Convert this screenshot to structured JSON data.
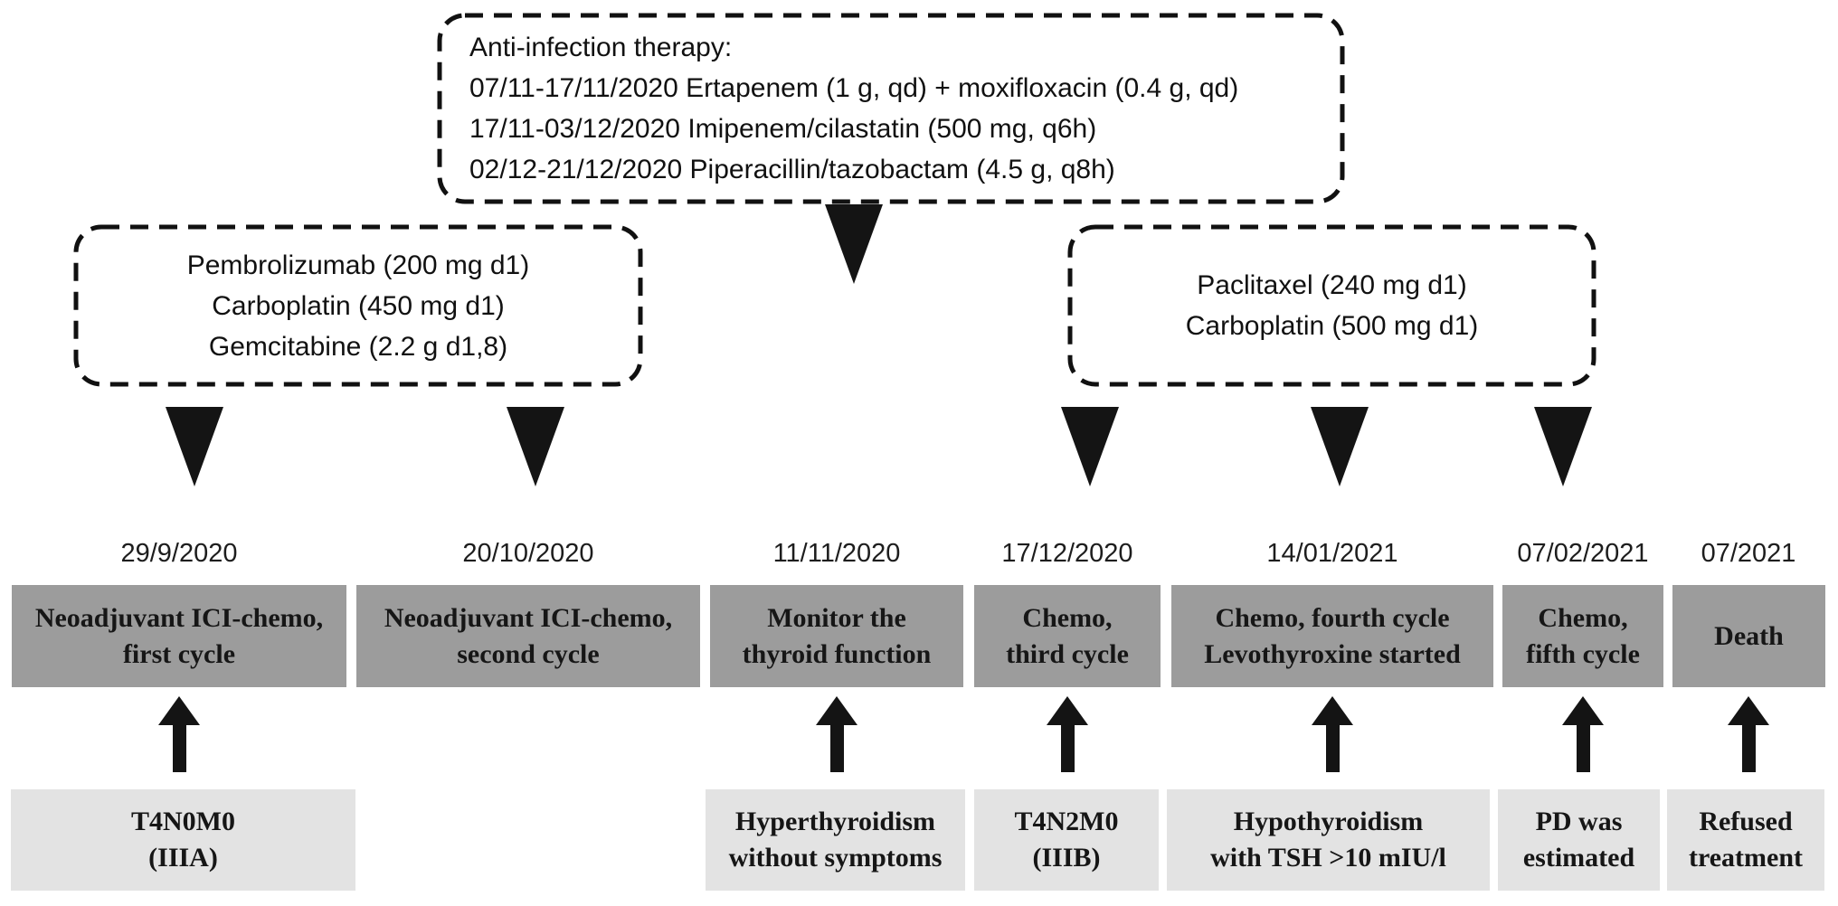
{
  "colors": {
    "bar_gray": "#9c9c9c",
    "note_gray": "#e3e3e3",
    "arrow_black": "#141414",
    "border_black": "#111111"
  },
  "boxes": {
    "anti_infection": {
      "title": "Anti-infection therapy:",
      "lines": [
        "07/11-17/11/2020 Ertapenem (1 g, qd) + moxifloxacin (0.4 g, qd)",
        "17/11-03/12/2020 Imipenem/cilastatin (500 mg, q6h)",
        "02/12-21/12/2020 Piperacillin/tazobactam (4.5 g, q8h)"
      ]
    },
    "neoadjuvant_regimen": {
      "lines": [
        "Pembrolizumab (200 mg d1)",
        "Carboplatin (450 mg d1)",
        "Gemcitabine (2.2 g d1,8)"
      ]
    },
    "chemo_regimen": {
      "lines": [
        "Paclitaxel (240 mg d1)",
        "Carboplatin (500 mg d1)"
      ]
    }
  },
  "events": [
    {
      "date": "29/9/2020",
      "stage": "Neoadjuvant ICI-chemo,\nfirst cycle",
      "finding": "T4N0M0\n(IIIA)"
    },
    {
      "date": "20/10/2020",
      "stage": "Neoadjuvant ICI-chemo,\nsecond cycle"
    },
    {
      "date": "11/11/2020",
      "stage": "Monitor the\nthyroid function",
      "finding": "Hyperthyroidism\nwithout symptoms"
    },
    {
      "date": "17/12/2020",
      "stage": "Chemo,\nthird cycle",
      "finding": "T4N2M0\n(IIIB)"
    },
    {
      "date": "14/01/2021",
      "stage": "Chemo, fourth cycle\nLevothyroxine started",
      "finding": "Hypothyroidism\nwith TSH >10 mIU/l"
    },
    {
      "date": "07/02/2021",
      "stage": "Chemo,\nfifth cycle",
      "finding": "PD was\nestimated"
    },
    {
      "date": "07/2021",
      "stage": "Death",
      "finding": "Refused\ntreatment"
    }
  ]
}
